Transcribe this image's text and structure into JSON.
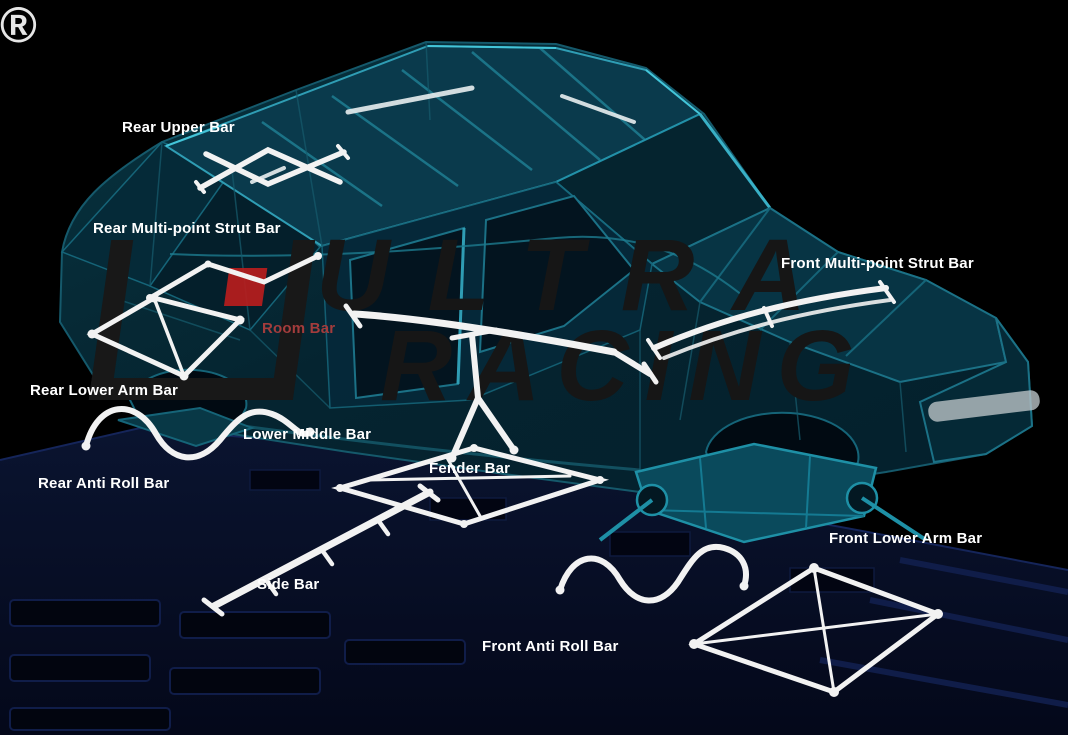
{
  "diagram": {
    "registered_mark": "®",
    "watermark": {
      "line1": "ULTRA",
      "line2": "RACING"
    }
  },
  "labels": [
    {
      "id": "rear-upper-bar",
      "text": "Rear Upper Bar"
    },
    {
      "id": "rear-multi-point-strut-bar",
      "text": "Rear Multi-point Strut Bar"
    },
    {
      "id": "front-multi-point-strut-bar",
      "text": "Front Multi-point Strut Bar"
    },
    {
      "id": "room-bar",
      "text": "Room Bar"
    },
    {
      "id": "rear-lower-arm-bar",
      "text": "Rear Lower Arm Bar"
    },
    {
      "id": "lower-middle-bar",
      "text": "Lower Middle Bar"
    },
    {
      "id": "fender-bar",
      "text": "Fender Bar"
    },
    {
      "id": "rear-anti-roll-bar",
      "text": "Rear Anti Roll Bar"
    },
    {
      "id": "front-lower-arm-bar",
      "text": "Front Lower Arm Bar"
    },
    {
      "id": "side-bar",
      "text": "Side Bar"
    },
    {
      "id": "front-anti-roll-bar",
      "text": "Front Anti Roll Bar"
    }
  ],
  "colors": {
    "background": "#000000",
    "label_text": "#ffffff",
    "room_bar_label": "#a33c3c",
    "chassis_teal": "#1b7186",
    "chassis_teal_bright": "#2f9db4",
    "bar_white": "#f2f2f2",
    "watermark_gray": "#161616",
    "watermark_red": "#b71d1d",
    "platform_navy": "#060b1e"
  }
}
